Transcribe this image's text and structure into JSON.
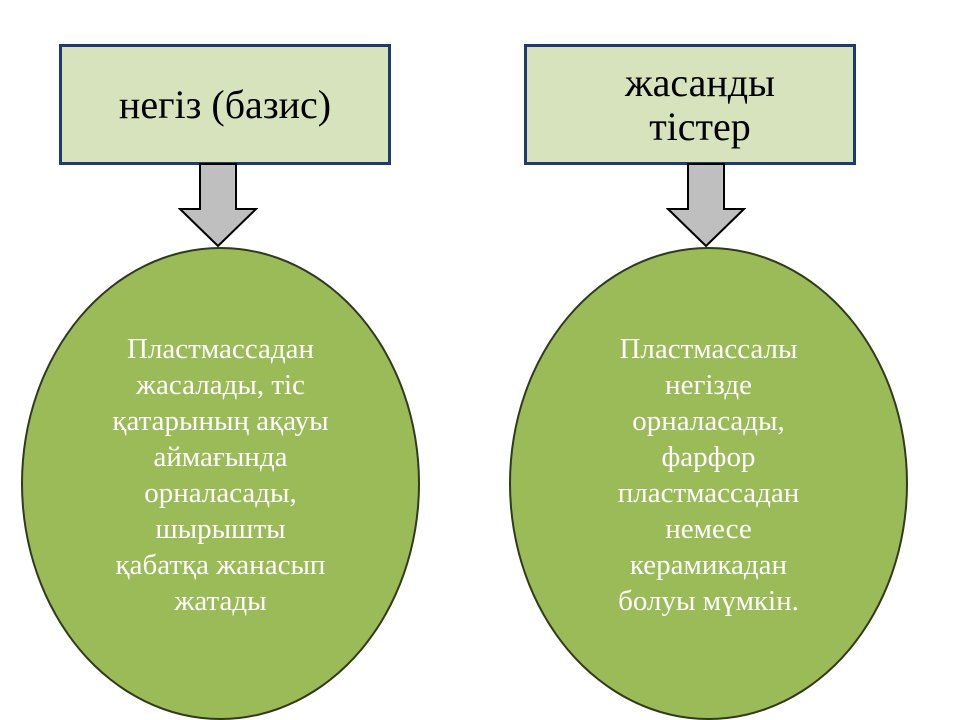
{
  "left": {
    "title": "негіз (базис)",
    "description": "Пластмассадан\nжасалады, тіс\nқатарының ақауы\nаймағында\nорналасады,\nшырышты\nқабатқа жанасып\nжатады"
  },
  "right": {
    "title_line1": "жасанды",
    "title_line2": "тістер",
    "description": "Пластмассалы\nнегізде\nорналасады,\nфарфор\nпластмассадан\nнемесе\nкерамикадан\nболуы мүмкін."
  },
  "colors": {
    "box_fill": "#d6e3bc",
    "box_border": "#1f3b6e",
    "ellipse_fill": "#9bbb59",
    "arrow_fill": "#bfbfbf",
    "text_on_ellipse": "#ffffff"
  },
  "icons": {
    "connector": "down-arrow-icon"
  }
}
